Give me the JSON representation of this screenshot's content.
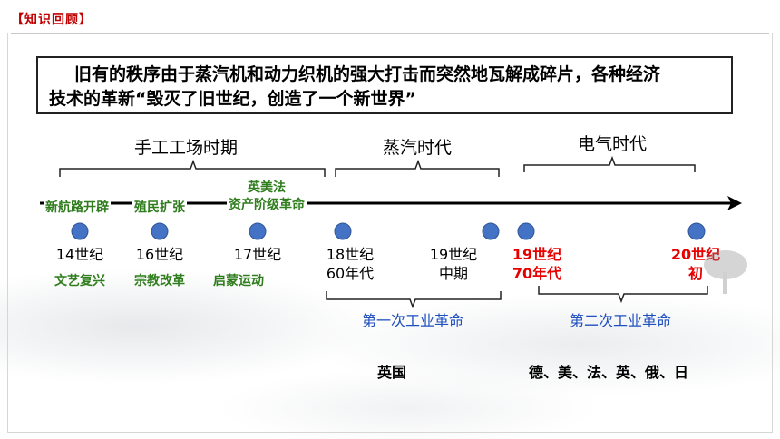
{
  "header": {
    "tag": "【知识回顾】"
  },
  "quote": {
    "line1": "旧有的秩序由于蒸汽机和动力织机的强大打击而突然地瓦解成碎片，各种经济",
    "line2": "技术的革新“毁灭了旧世纪，创造了一个新世界”"
  },
  "periods": {
    "manual": "手工工场时期",
    "steam": "蒸汽时代",
    "electric": "电气时代"
  },
  "events_above": {
    "new_routes": "新航路开辟",
    "colonial": "殖民扩张",
    "revolution_line1": "英美法",
    "revolution_line2": "资产阶级革命"
  },
  "centuries": {
    "c14": "14世纪",
    "c16": "16世纪",
    "c17": "17世纪",
    "c18_l1": "18世纪",
    "c18_l2": "60年代",
    "c19_l1": "19世纪",
    "c19_l2": "中期",
    "c19b_l1": "19世纪",
    "c19b_l2": "70年代",
    "c20_l1": "20世纪",
    "c20_l2": "初"
  },
  "events_below": {
    "renaissance": "文艺复兴",
    "reformation": "宗教改革",
    "enlightenment": "启蒙运动"
  },
  "revolutions": {
    "first": "第一次工业革命",
    "second": "第二次工业革命"
  },
  "countries": {
    "first": "英国",
    "second": "德、美、法、英、俄、日"
  },
  "colors": {
    "node_fill": "#4472c4",
    "red": "#e60000",
    "green": "#2f7d1d",
    "blue": "#1f4fbf"
  }
}
